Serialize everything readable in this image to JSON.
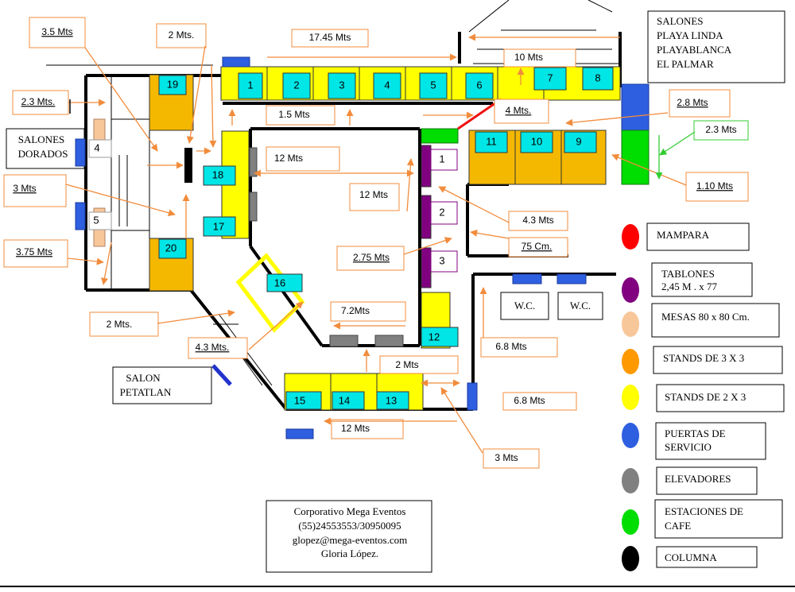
{
  "title_box": {
    "lines": [
      "SALONES",
      "PLAYA LINDA",
      "PLAYABLANCA",
      "EL PALMAR"
    ]
  },
  "rooms": {
    "salones_dorados": [
      "SALONES",
      "DORADOS"
    ],
    "salon_petatlan": [
      "SALON",
      "PETATLAN"
    ]
  },
  "measures": {
    "m1": "3.5 Mts",
    "m2": "2 Mts.",
    "m3": "17.45 Mts",
    "m4": "10 Mts",
    "m5": "2.3 Mts.",
    "m6": "1.5 Mts",
    "m7": "4 Mts.",
    "m8": "2.8 Mts",
    "m9": "2.3 Mts",
    "m10": "12 Mts",
    "m11": "1.10 Mts",
    "m12": "3  Mts",
    "m13": "12 Mts",
    "m14": "4.3 Mts",
    "m15": "3.75  Mts",
    "m16": "2.75  Mts",
    "m17": "75 Cm.",
    "m18": "2 Mts.",
    "m19": "7.2Mts",
    "m20": "4.3 Mts.",
    "m21": "6.8 Mts",
    "m22": "2 Mts",
    "m23": "6.8 Mts",
    "m24": "12 Mts",
    "m25": "3 Mts"
  },
  "stand_numbers": {
    "s1": "1",
    "s2": "2",
    "s3": "3",
    "s4": "4",
    "s5": "5",
    "s6": "6",
    "s7": "7",
    "s8": "8",
    "s9": "9",
    "s10": "10",
    "s11": "11",
    "s12": "12",
    "s13": "13",
    "s14": "14",
    "s15": "15",
    "s16": "16",
    "s17": "17",
    "s18": "18",
    "s19": "19",
    "s20": "20"
  },
  "table_numbers": {
    "t1": "1",
    "t2": "2",
    "t3": "3",
    "t4": "4",
    "t5": "5"
  },
  "wc": [
    "W.C.",
    "W.C."
  ],
  "legend": [
    {
      "label": "MAMPARA",
      "color": "#ff0000"
    },
    {
      "label": "TABLONES\n2,45 M . x 77",
      "color": "#800080"
    },
    {
      "label": "MESAS  80 x 80 Cm.",
      "color": "#f7c79a"
    },
    {
      "label": "STANDS DE 3 X 3",
      "color": "#ff9900"
    },
    {
      "label": "STANDS DE 2 X 3",
      "color": "#ffff00"
    },
    {
      "label": "PUERTAS DE\nSERVICIO",
      "color": "#2e5fe0"
    },
    {
      "label": "ELEVADORES",
      "color": "#808080"
    },
    {
      "label": "ESTACIONES DE\nCAFE",
      "color": "#00dd00"
    },
    {
      "label": "COLUMNA",
      "color": "#000000"
    }
  ],
  "contact": {
    "company": "Corporativo Mega Eventos",
    "phone": "(55)24553553/30950095",
    "email": "glopez@mega-eventos.com",
    "name": "Gloria López."
  }
}
